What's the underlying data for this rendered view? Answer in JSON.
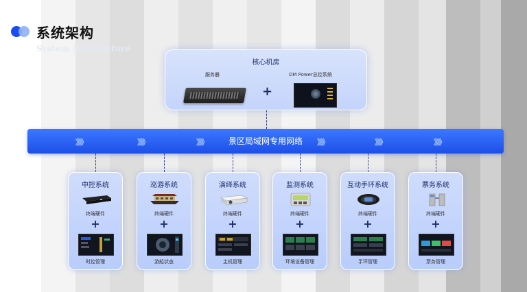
{
  "header": {
    "title": "系统架构",
    "subtitle": "System Architecture"
  },
  "core": {
    "title": "核心机房",
    "server_label": "服务器",
    "dm_label": "DM Power总控系统",
    "plus": "+"
  },
  "network": {
    "label": "景区局域网专用网络",
    "arrows": "》》》"
  },
  "systems": [
    {
      "title": "中控系统",
      "hardware_label": "终端硬件",
      "plus": "+",
      "software_label": "时控管理"
    },
    {
      "title": "巡游系统",
      "hardware_label": "终端硬件",
      "plus": "+",
      "software_label": "游船状态"
    },
    {
      "title": "演绎系统",
      "hardware_label": "终端硬件",
      "plus": "+",
      "software_label": "主机管理"
    },
    {
      "title": "监测系统",
      "hardware_label": "终端硬件",
      "plus": "+",
      "software_label": "环境设备管理"
    },
    {
      "title": "互动手环系统",
      "hardware_label": "终端硬件",
      "plus": "+",
      "software_label": "手环管理"
    },
    {
      "title": "票务系统",
      "hardware_label": "终端硬件",
      "plus": "+",
      "software_label": "票务管理"
    }
  ],
  "colors": {
    "accent": "#1d4fe8",
    "card_bg": "#c4d4fb",
    "dark_text": "#1b2d6b"
  }
}
